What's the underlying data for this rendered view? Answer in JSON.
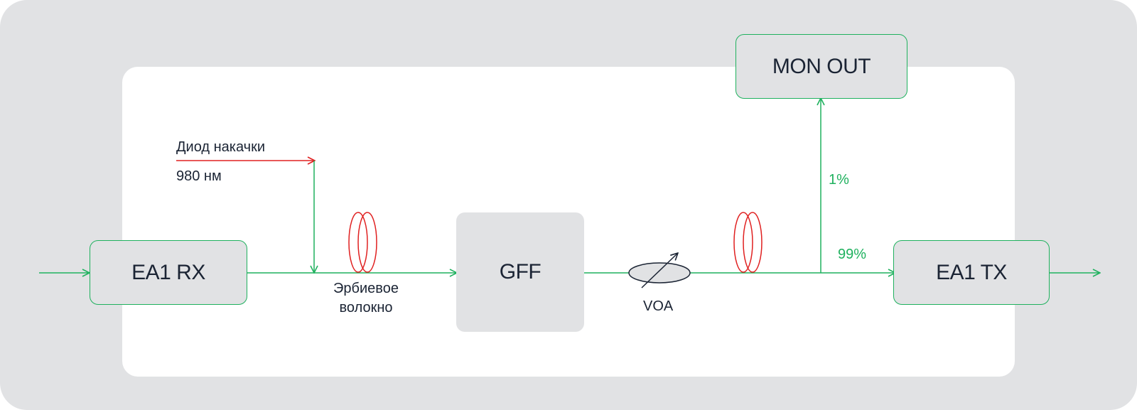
{
  "colors": {
    "background": "#e1e2e4",
    "panel": "#ffffff",
    "signal_line": "#1fb15e",
    "pump_line": "#e02020",
    "text": "#1b2434"
  },
  "blocks": {
    "rx": "EA1 RX",
    "gff": "GFF",
    "tx": "EA1 TX",
    "mon": "MON OUT"
  },
  "pump": {
    "line1": "Диод накачки",
    "line2": "980 нм"
  },
  "erbium_fiber": {
    "line1": "Эрбиевое",
    "line2": "волокно"
  },
  "voa_label": "VOA",
  "split": {
    "monitor_pct": "1%",
    "through_pct": "99%"
  }
}
